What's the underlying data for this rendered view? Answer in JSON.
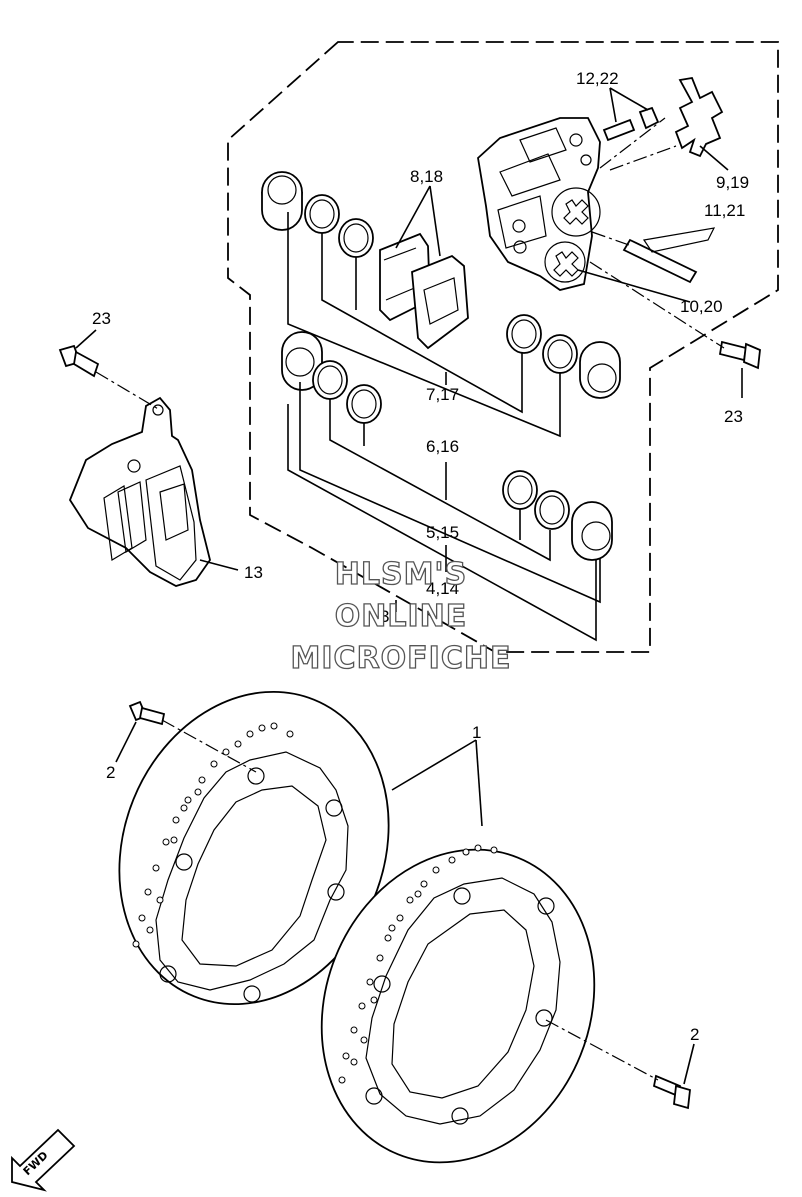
{
  "diagram": {
    "labels": {
      "p12_22": "12,22",
      "p8_18": "8,18",
      "p9_19": "9,19",
      "p11_21": "11,21",
      "p10_20": "10,20",
      "p23_left": "23",
      "p23_right": "23",
      "p7_17": "7,17",
      "p6_16": "6,16",
      "p5_15": "5,15",
      "p4_14": "4,14",
      "p3": "3",
      "p13": "13",
      "p1": "1",
      "p2_left": "2",
      "p2_right": "2"
    },
    "fwd_label": "FWD",
    "watermark": {
      "line1": "HLSM'S",
      "line2": "ONLINE",
      "line3": "MICROFICHE"
    }
  }
}
